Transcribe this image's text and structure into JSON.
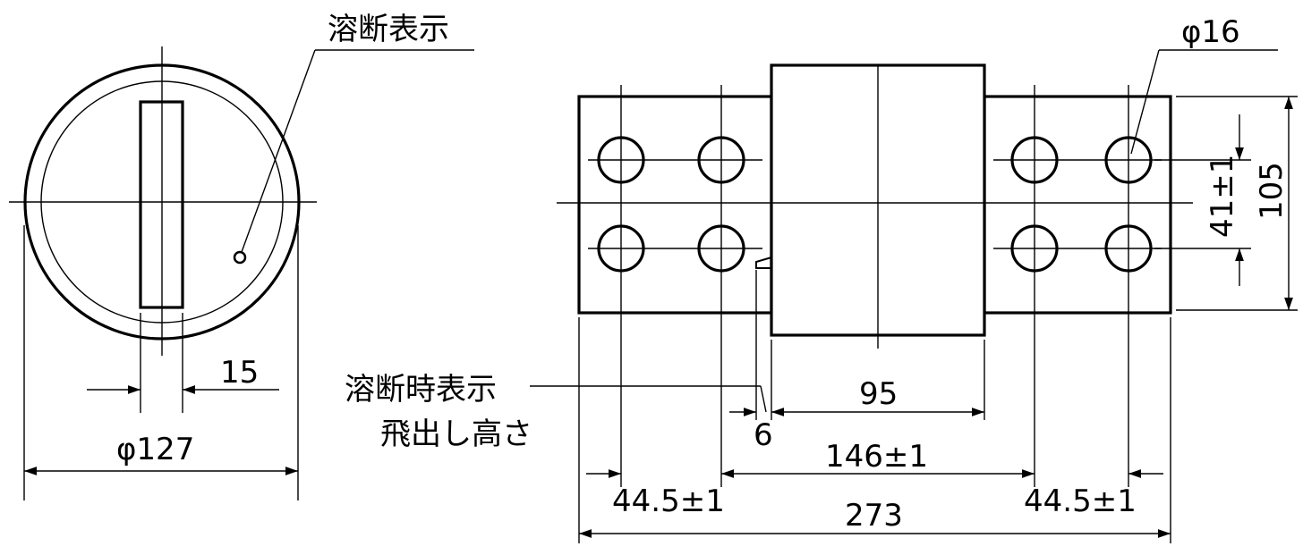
{
  "labels": {
    "fuse_indicator": "溶断表示",
    "diameter_outer": "φ127",
    "indicator_width": "15",
    "fuse_pop_label_line1": "溶断時表示",
    "fuse_pop_label_line2": "飛出し高さ",
    "pop_height": "6",
    "body_length": "95",
    "hole_pitch_center": "146±1",
    "hole_pitch_left": "44.5±1",
    "hole_pitch_right": "44.5±1",
    "total_length": "273",
    "hole_diameter": "φ16",
    "hole_pitch_vertical": "41±1",
    "tab_height": "105"
  }
}
